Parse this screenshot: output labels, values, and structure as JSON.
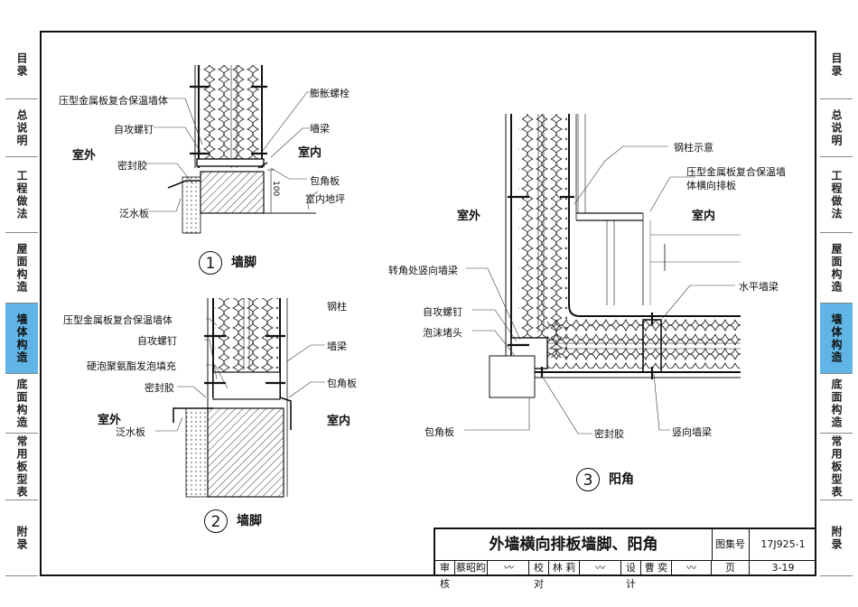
{
  "left_tabs": [
    "目录",
    "总说明",
    "工程做法",
    "屋面构造",
    "墙体构造",
    "底面构造",
    "常用板型表",
    "附录"
  ],
  "right_tabs": [
    "目录",
    "总说明",
    "工程做法",
    "屋面构造",
    "墙体构造",
    "底面构造",
    "常用板型表",
    "附录"
  ],
  "active_tab": "墙体构造",
  "detail1": {
    "number": "1",
    "caption": "墙脚",
    "labels": {
      "panel": "压型金属板复合保温墙体",
      "screw": "自攻螺钉",
      "outside": "室外",
      "sealant": "密封胶",
      "flashing": "泛水板",
      "bolt": "膨胀螺栓",
      "beam": "墙梁",
      "inside": "室内",
      "corner": "包角板",
      "floor": "室内地坪",
      "dim": "100"
    }
  },
  "detail2": {
    "number": "2",
    "caption": "墙脚",
    "labels": {
      "panel": "压型金属板复合保温墙体",
      "screw": "自攻螺钉",
      "foam": "硬泡聚氨酯发泡填充",
      "sealant": "密封胶",
      "outside": "室外",
      "flashing": "泛水板",
      "column": "钢柱",
      "beam": "墙梁",
      "corner": "包角板",
      "inside": "室内"
    }
  },
  "detail3": {
    "number": "3",
    "caption": "阳角",
    "labels": {
      "outside": "室外",
      "column": "钢柱示意",
      "panel": "压型金属板复合保温墙体横向排板",
      "inside": "室内",
      "vbeam_corner": "转角处竖向墙梁",
      "hbeam": "水平墙梁",
      "screw": "自攻螺钉",
      "plug": "泡沫堵头",
      "corner": "包角板",
      "sealant": "密封胶",
      "vbeam": "竖向墙梁"
    }
  },
  "title_block": {
    "title": "外墙横向排板墙脚、阳角",
    "atlas_label": "图集号",
    "atlas_no": "17J925-1",
    "review_label": "审核",
    "reviewer": "蔡昭昀",
    "check_label": "校对",
    "checker": "林 莉",
    "design_label": "设计",
    "designer": "曹 奕",
    "page_label": "页",
    "page_no": "3-19"
  }
}
